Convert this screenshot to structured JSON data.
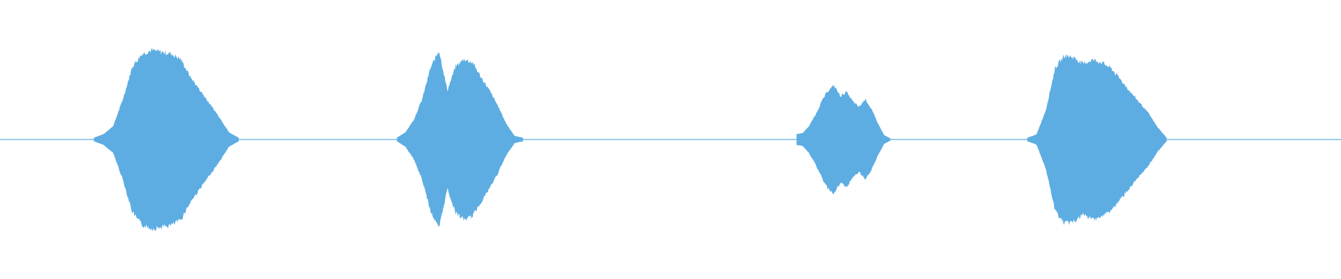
{
  "waveform": {
    "color": "#5DADE2",
    "background": "#FFFFFF",
    "orientation": "horizontal",
    "baseline": "center",
    "segments": [
      {
        "name": "segment-1",
        "start": 0.07,
        "end": 0.178,
        "peak": 0.66,
        "envelope": [
          0.02,
          0.06,
          0.15,
          0.45,
          0.82,
          0.96,
          1.0,
          0.98,
          0.96,
          0.9,
          0.7,
          0.55,
          0.4,
          0.25,
          0.08,
          0.02
        ]
      },
      {
        "name": "segment-2",
        "start": 0.296,
        "end": 0.39,
        "peak": 0.66,
        "envelope": [
          0.02,
          0.08,
          0.22,
          0.45,
          0.8,
          1.0,
          0.55,
          0.82,
          0.9,
          0.86,
          0.7,
          0.55,
          0.38,
          0.18,
          0.04,
          0.02
        ]
      },
      {
        "name": "segment-3",
        "start": 0.594,
        "end": 0.664,
        "peak": 0.4,
        "envelope": [
          0.1,
          0.12,
          0.25,
          0.45,
          0.7,
          0.9,
          1.0,
          0.8,
          0.88,
          0.7,
          0.6,
          0.75,
          0.55,
          0.3,
          0.08,
          0.02
        ]
      },
      {
        "name": "segment-4",
        "start": 0.766,
        "end": 0.87,
        "peak": 0.62,
        "envelope": [
          0.02,
          0.06,
          0.35,
          0.85,
          1.0,
          0.98,
          0.9,
          0.95,
          0.92,
          0.85,
          0.72,
          0.58,
          0.45,
          0.32,
          0.15,
          0.02
        ]
      }
    ]
  }
}
